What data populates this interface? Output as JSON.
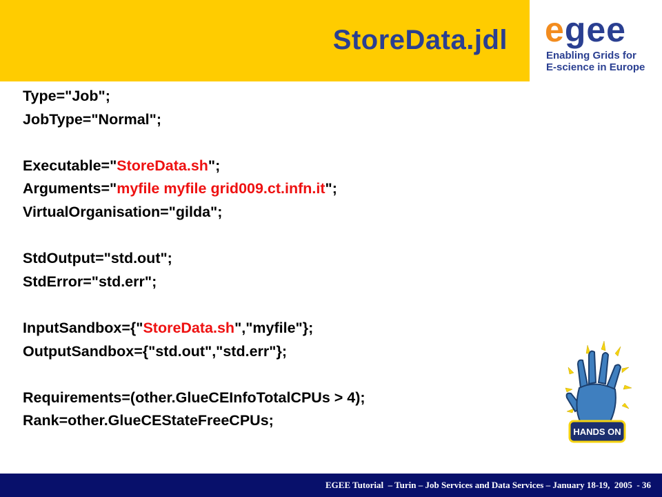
{
  "title": "StoreData.jdl",
  "logo": {
    "wordmark": "egee",
    "subtitle_line1": "Enabling Grids for",
    "subtitle_line2": "E-science in Europe"
  },
  "code": {
    "type": "Type=\"Job\";",
    "jobtype": "JobType=\"Normal\";",
    "exec_pre": "Executable=\"",
    "exec_val": "StoreData.sh",
    "exec_post": "\";",
    "args_pre": "Arguments=\"",
    "args_val": "myfile myfile grid009.ct.infn.it",
    "args_post": "\";",
    "vo": "VirtualOrganisation=\"gilda\";",
    "stdout": "StdOutput=\"std.out\";",
    "stderr": "StdError=\"std.err\";",
    "isb_pre": "InputSandbox={\"",
    "isb_val": "StoreData.sh",
    "isb_post": "\",\"myfile\"};",
    "osb": "OutputSandbox={\"std.out\",\"std.err\"};",
    "req": "Requirements=(other.GlueCEInfoTotalCPUs > 4);",
    "rank": "Rank=other.GlueCEStateFreeCPUs;"
  },
  "badge": {
    "text": "HANDS ON"
  },
  "footer": {
    "text": "EGEE Tutorial  – Turin – Job Services and Data Services – January 18-19,  2005  - 36"
  },
  "colors": {
    "header": "#ffcc00",
    "title": "#2a3f91",
    "highlight": "#ee1111",
    "footer": "#08106b"
  }
}
